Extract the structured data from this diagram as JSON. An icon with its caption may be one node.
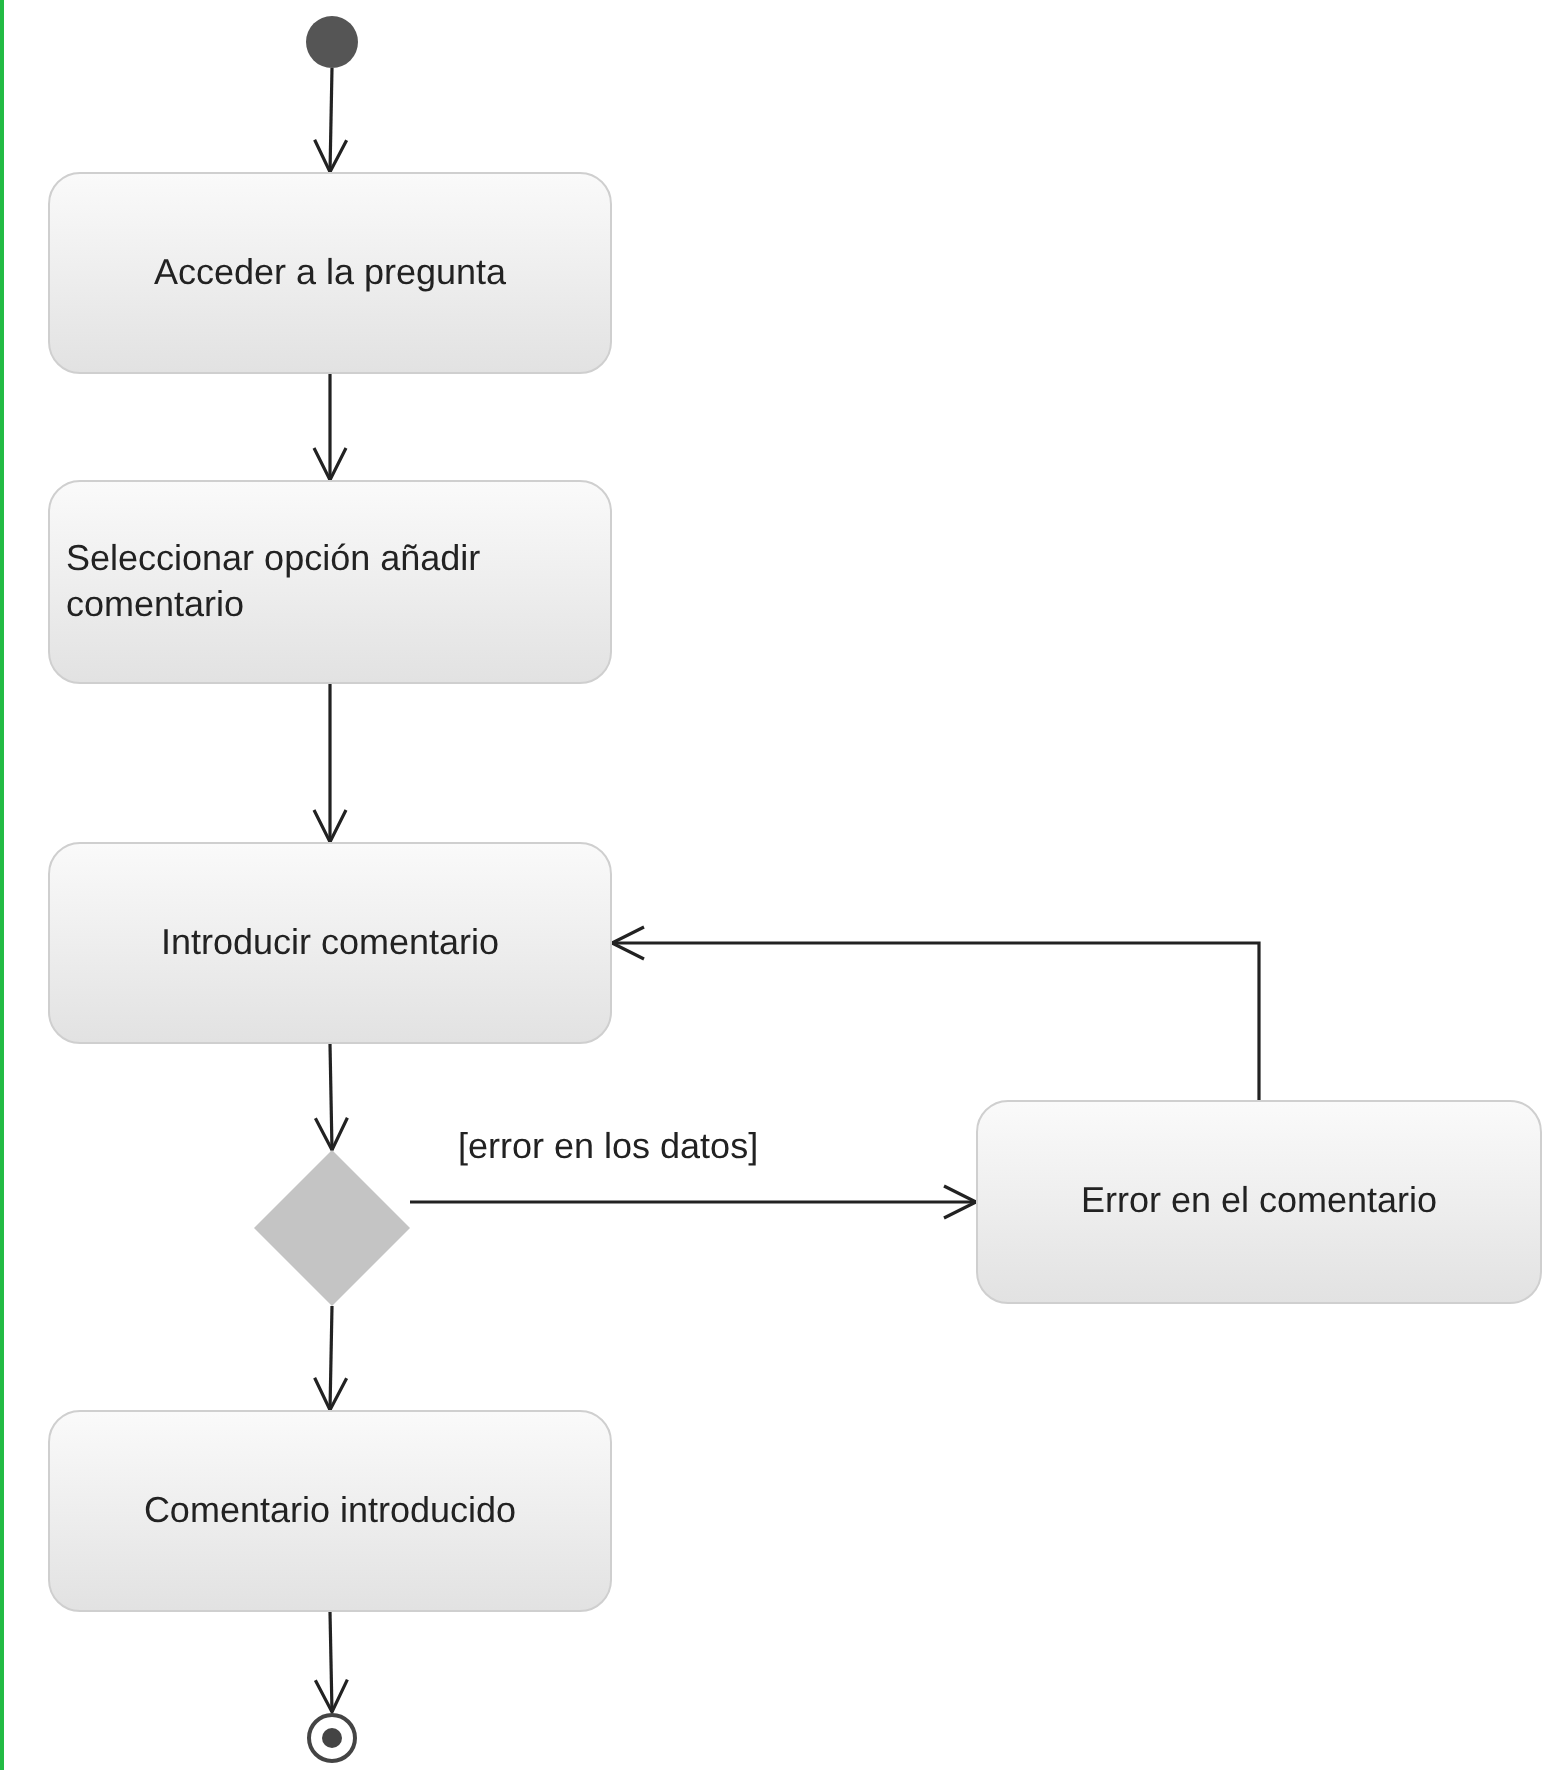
{
  "diagram": {
    "nodes": [
      {
        "text": [],
        "shape": "circle"
      },
      {
        "text": [
          "Acceder a la pregunta"
        ]
      },
      {
        "text": [
          "Seleccionar opción añadir comentario"
        ]
      },
      {
        "text": [
          "Introducir comentario"
        ]
      },
      {
        "text": [],
        "shape": "diamond"
      },
      {
        "text": [
          "Error en el comentario"
        ]
      },
      {
        "text": [
          "Comentario introducido"
        ]
      },
      {
        "text": [],
        "shape": "circle"
      }
    ],
    "edges": [
      {
        "from": 0,
        "to": 1,
        "arrow": "to"
      },
      {
        "from": 1,
        "to": 2,
        "arrow": "to"
      },
      {
        "from": 2,
        "to": 3,
        "arrow": "to"
      },
      {
        "from": 3,
        "to": 4,
        "arrow": "to"
      },
      {
        "from": 4,
        "to": 5,
        "arrow": "to",
        "label": "[error en los datos]"
      },
      {
        "from": 5,
        "to": 3,
        "arrow": "to"
      },
      {
        "from": 4,
        "to": 6,
        "arrow": "to"
      },
      {
        "from": 6,
        "to": 7,
        "arrow": "to"
      }
    ]
  }
}
